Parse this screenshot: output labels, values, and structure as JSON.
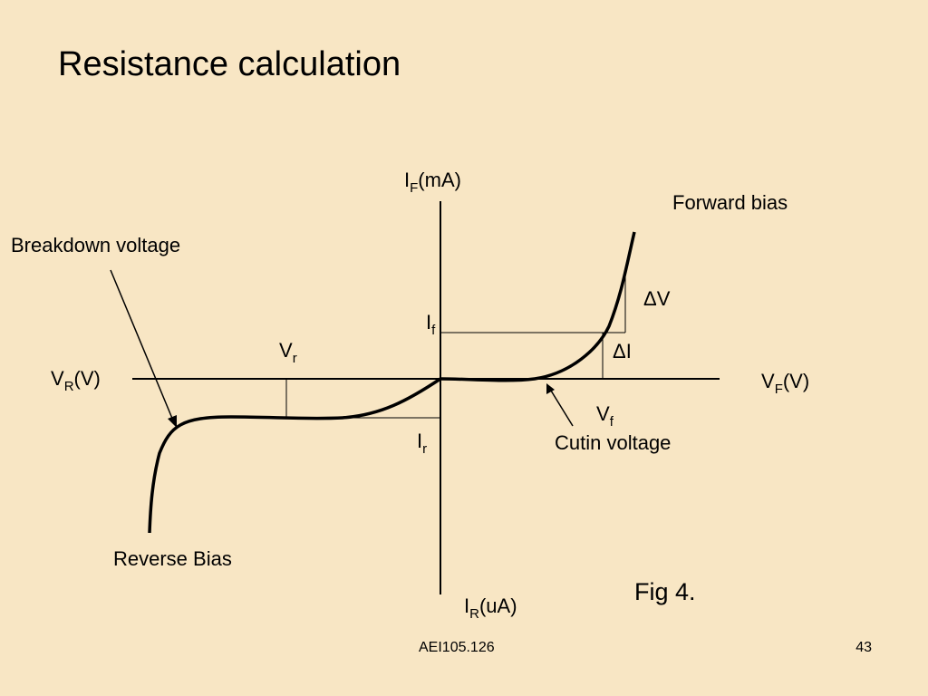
{
  "slide": {
    "title": "Resistance calculation",
    "footer_code": "AEI105.126",
    "page_number": "43"
  },
  "diagram": {
    "axes": {
      "y_top": {
        "main": "I",
        "sub": "F",
        "tail": "(mA)"
      },
      "y_bottom": {
        "main": "I",
        "sub": "R",
        "tail": "(uA)"
      },
      "x_left": {
        "main": "V",
        "sub": "R",
        "tail": "(V)"
      },
      "x_right": {
        "main": "V",
        "sub": "F",
        "tail": "(V)"
      }
    },
    "labels": {
      "forward_bias": "Forward bias",
      "breakdown_voltage": "Breakdown voltage",
      "reverse_bias": "Reverse Bias",
      "cutin_voltage": "Cutin voltage",
      "fig": "Fig 4.",
      "delta_v": "ΔV",
      "delta_i": "ΔI",
      "i_f": {
        "main": "I",
        "sub": "f"
      },
      "v_r": {
        "main": "V",
        "sub": "r"
      },
      "i_r": {
        "main": "I",
        "sub": "r"
      },
      "v_f": {
        "main": "V",
        "sub": "f"
      }
    }
  }
}
